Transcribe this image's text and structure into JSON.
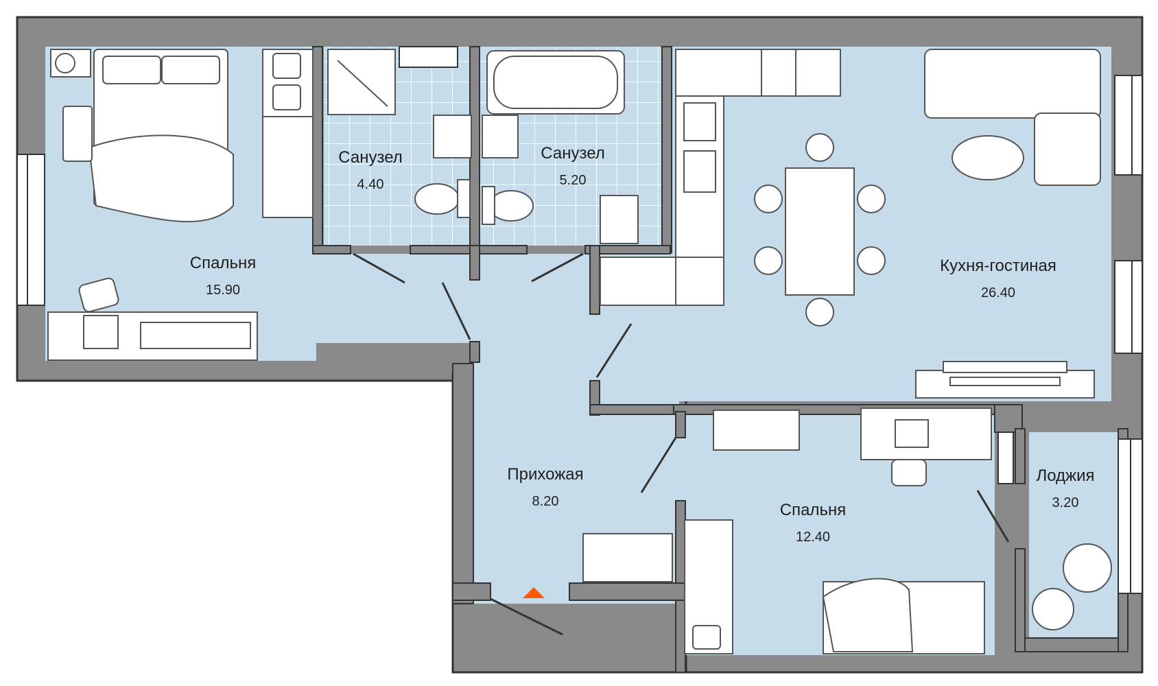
{
  "colors": {
    "floor": "#c6dcea",
    "wall": "#8a8a8a",
    "wall_outline": "#333333",
    "tile_line": "#ffffff",
    "furniture_fill": "#ffffff",
    "furniture_stroke": "#555555",
    "entrance_marker": "#ff5a00"
  },
  "rooms": [
    {
      "id": "bedroom-1",
      "name": "Спальня",
      "area": "15.90"
    },
    {
      "id": "bathroom-1",
      "name": "Санузел",
      "area": "4.40"
    },
    {
      "id": "bathroom-2",
      "name": "Санузел",
      "area": "5.20"
    },
    {
      "id": "kitchen-living",
      "name": "Кухня-гостиная",
      "area": "26.40"
    },
    {
      "id": "hallway",
      "name": "Прихожая",
      "area": "8.20"
    },
    {
      "id": "bedroom-2",
      "name": "Спальня",
      "area": "12.40"
    },
    {
      "id": "loggia",
      "name": "Лоджия",
      "area": "3.20"
    }
  ],
  "icons": [
    "entrance-arrow-icon"
  ]
}
